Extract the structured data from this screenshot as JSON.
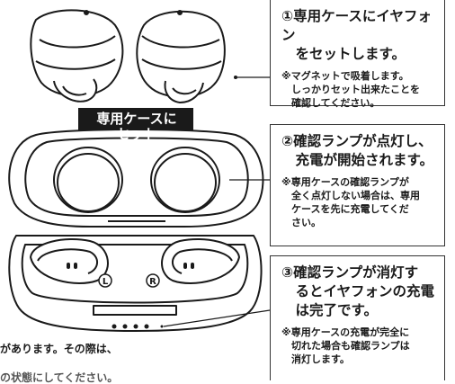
{
  "arrow": {
    "label": "専用ケースに\nセット"
  },
  "steps": [
    {
      "main": "①専用ケースにイヤフォン\n　をセットします。",
      "note": "※マグネットで吸着します。\n　しっかりセット出来たことを\n　確認してください。"
    },
    {
      "main": "②確認ランプが点灯し、\n　充電が開始されます。",
      "note": "※専用ケースの確認ランプが\n　全く点灯しない場合は、専用\n　ケースを先に充電してくだ\n　さい。"
    },
    {
      "main": "③確認ランプが消灯す\n　るとイヤフォンの充電\n　は完了です。",
      "note": "※専用ケースの充電が完全に\n　切れた場合も確認ランプは\n　消灯します。"
    }
  ],
  "case_marks": {
    "left": "L",
    "right": "R"
  },
  "bottom_text": [
    "があります。その際は、",
    "の状態にしてください。"
  ]
}
